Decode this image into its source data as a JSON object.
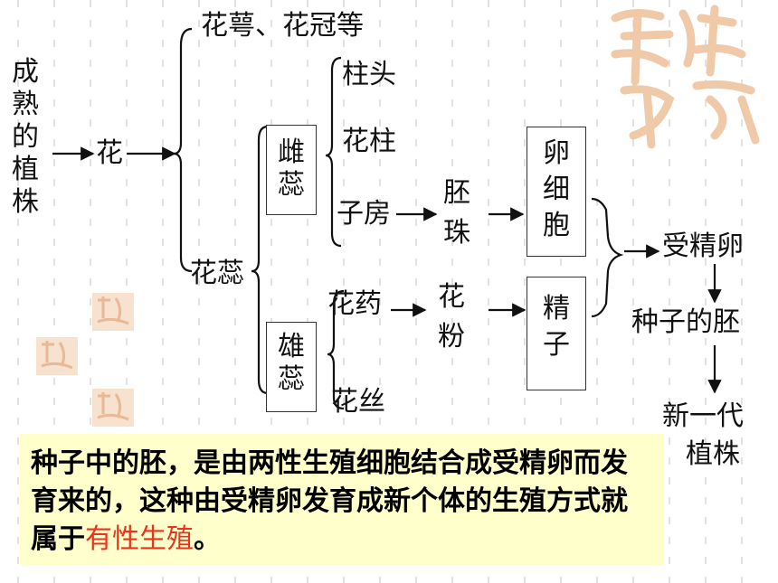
{
  "colors": {
    "highlight": "#e8341c",
    "note_bg": "#ffffcc",
    "seal": "#f0c9a8"
  },
  "root": "成熟的植株",
  "flower": "花",
  "calyx": "花萼、花冠等",
  "stamen_pistil": "花蕊",
  "pistil": "雌蕊",
  "pistil_parts": [
    "柱头",
    "花柱",
    "子房"
  ],
  "stamen": "雄蕊",
  "stamen_parts": [
    "花药",
    "花丝"
  ],
  "ovule": "胚珠",
  "pollen": "花粉",
  "egg": "卵细胞",
  "sperm": "精子",
  "zygote": "受精卵",
  "embryo": "种子的胚",
  "new_plant_1": "新一代",
  "new_plant_2": "植株",
  "note": {
    "text": "种子中的胚，是由两性生殖细胞结合成受精卵而发育来的，这种由受精卵发育成新个体的生殖方式就属于",
    "highlight": "有性生殖",
    "end": "。"
  }
}
